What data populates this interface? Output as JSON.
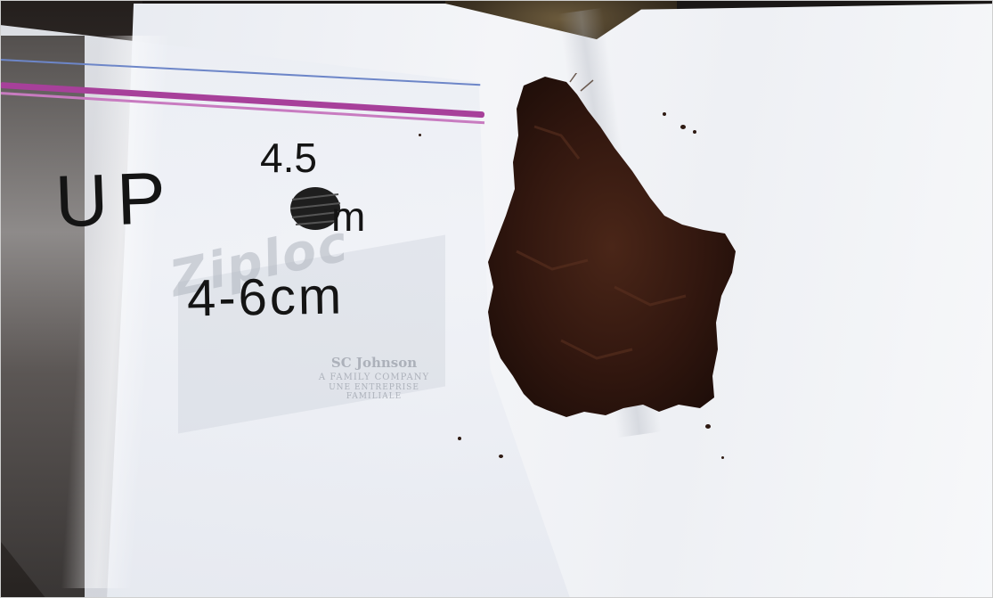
{
  "photo": {
    "handwriting": {
      "orientation_label": "UP",
      "depth_value": "4.5",
      "depth_unit": "m",
      "depth_range": "4-6cm"
    },
    "printed": {
      "brand": "Ziploc",
      "maker": "SC Johnson",
      "tagline_line1": "A FAMILY COMPANY",
      "tagline_line2": "UNE ENTREPRISE FAMILIALE"
    },
    "colors": {
      "soil": "#3a1e14",
      "zipper_purple": "#a7409a",
      "zipper_blue": "#6d86c8",
      "paper": "#f1f3f7",
      "marker_ink": "#141414"
    }
  }
}
